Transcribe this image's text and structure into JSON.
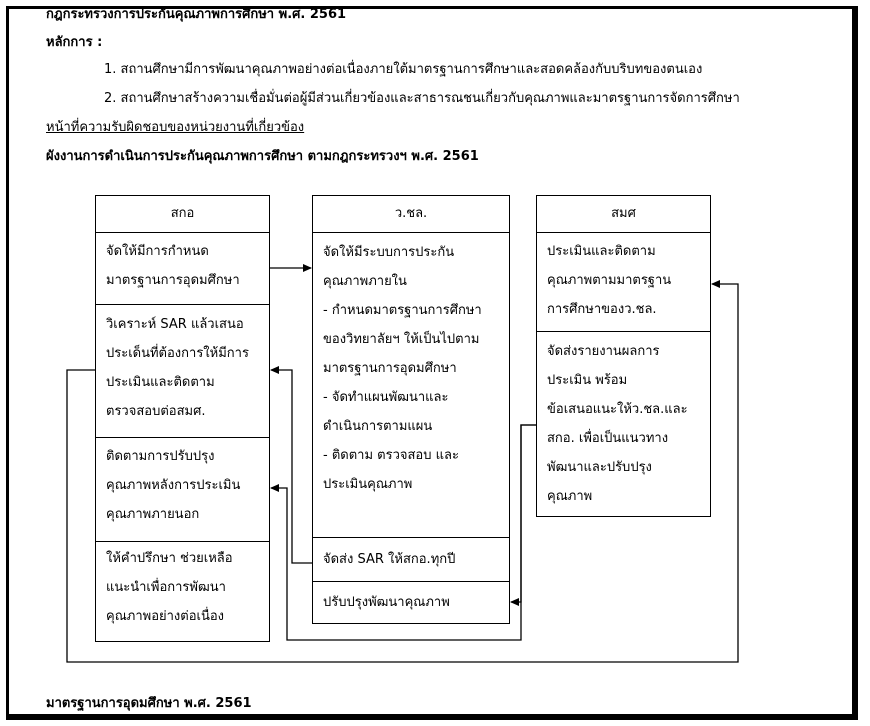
{
  "document": {
    "title": "กฎกระทรวงการประกันคุณภาพการศึกษา พ.ศ. 2561",
    "principles_heading": "หลักการ :",
    "principles": [
      "1. สถานศึกษามีการพัฒนาคุณภาพอย่างต่อเนื่องภายใต้มาตรฐานการศึกษาและสอดคล้องกับบริบทของตนเอง",
      "2. สถานศึกษาสร้างความเชื่อมั่นต่อผู้มีส่วนเกี่ยวข้องและสาธารณชนเกี่ยวกับคุณภาพและมาตรฐานการจัดการศึกษา"
    ],
    "responsibilities_heading": "หน้าที่ความรับผิดชอบของหน่วยงานที่เกี่ยวข้อง",
    "chart_heading": "ผังงานการดำเนินการประกันคุณภาพการศึกษา ตามกฎกระทรวงฯ พ.ศ. 2561",
    "footer_heading": "มาตรฐานการอุดมศึกษา พ.ศ. 2561"
  },
  "diagram": {
    "columns": [
      {
        "header": "สกอ",
        "cells": [
          [
            "จัดให้มีการกำหนด",
            "มาตรฐานการอุดมศึกษา"
          ],
          [
            "วิเคราะห์ SAR แล้วเสนอ",
            "ประเด็นที่ต้องการให้มีการ",
            "ประเมินและติดตาม",
            "ตรวจสอบต่อสมศ."
          ],
          [
            "ติดตามการปรับปรุง",
            "คุณภาพหลังการประเมิน",
            "คุณภาพภายนอก"
          ],
          [
            "ให้คำปรึกษา ช่วยเหลือ",
            "แนะนำเพื่อการพัฒนา",
            "คุณภาพอย่างต่อเนื่อง"
          ]
        ]
      },
      {
        "header": "ว.ชล.",
        "cells": [
          [
            "จัดให้มีระบบการประกัน",
            "คุณภาพภายใน",
            "- กำหนดมาตรฐานการศึกษา",
            "ของวิทยาลัยฯ ให้เป็นไปตาม",
            "มาตรฐานการอุดมศึกษา",
            "- จัดทำแผนพัฒนาและ",
            "ดำเนินการตามแผน",
            "- ติดตาม ตรวจสอบ และ",
            "ประเมินคุณภาพ"
          ],
          [
            "จัดส่ง SAR ให้สกอ.ทุกปี"
          ],
          [
            "ปรับปรุงพัฒนาคุณภาพ"
          ]
        ]
      },
      {
        "header": "สมศ",
        "cells": [
          [
            "ประเมินและติดตาม",
            "คุณภาพตามมาตรฐาน",
            "การศึกษาของว.ชล."
          ],
          [
            "จัดส่งรายงานผลการ",
            "ประเมิน พร้อม",
            "ข้อเสนอแนะให้ว.ชล.และ",
            "สกอ. เพื่อเป็นแนวทาง",
            "พัฒนาและปรับปรุง",
            "คุณภาพ"
          ]
        ]
      }
    ]
  }
}
